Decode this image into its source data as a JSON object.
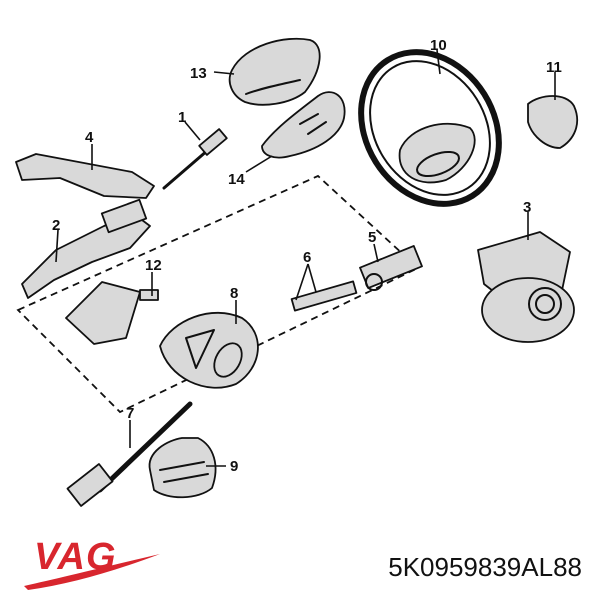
{
  "callouts": {
    "c1": "1",
    "c2": "2",
    "c3": "3",
    "c4": "4",
    "c5": "5",
    "c6": "6",
    "c7": "7",
    "c8": "8",
    "c9": "9",
    "c10": "10",
    "c11": "11",
    "c12": "12",
    "c13": "13",
    "c14": "14"
  },
  "brand": {
    "name": "VAG",
    "color": "#d8262e"
  },
  "part_number": "5K0959839AL88"
}
